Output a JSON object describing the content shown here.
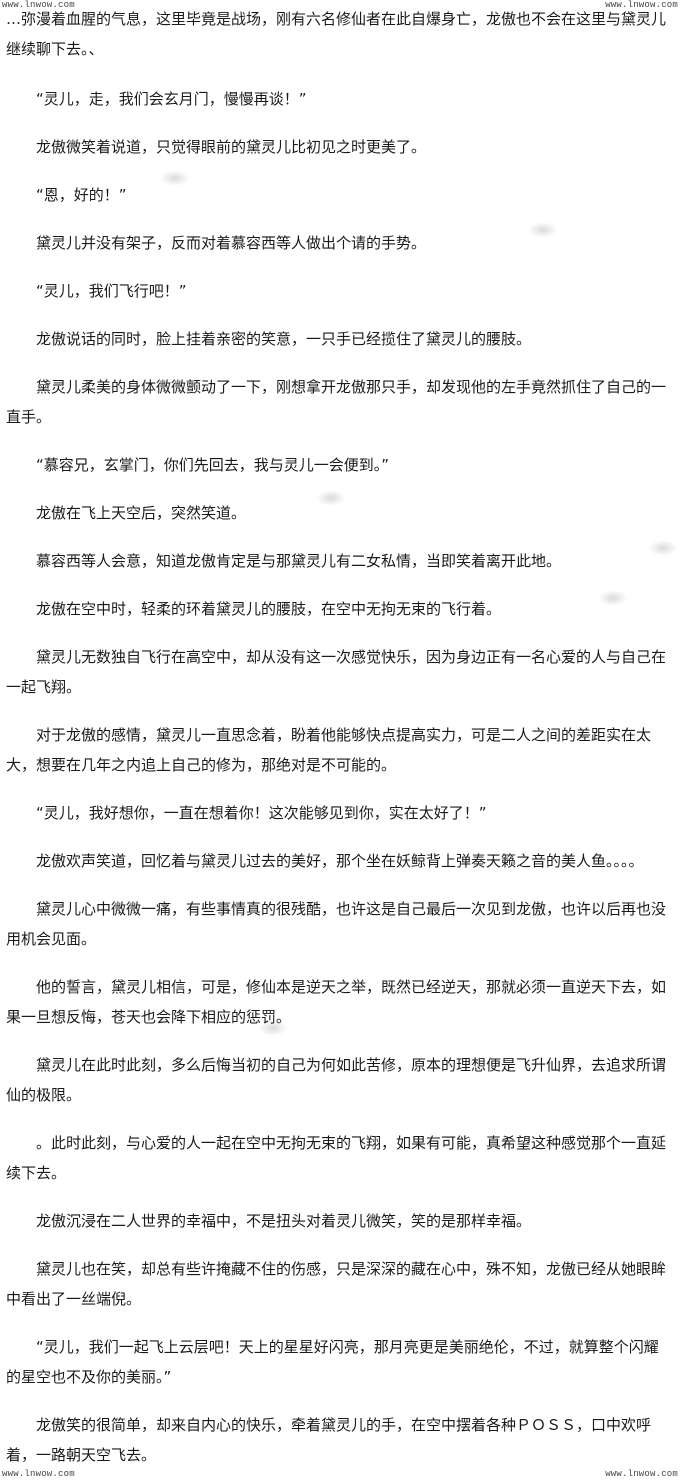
{
  "watermarks": {
    "top_left": "www.lnwow.com",
    "top_right": "www.lnwow.com",
    "bottom_left": "www.lnwow.com",
    "bottom_right": "www.lnwow.com"
  },
  "paragraphs": [
    "…弥漫着血腥的气息，这里毕竟是战场，刚有六名修仙者在此自爆身亡，龙傲也不会在这里与黛灵儿继续聊下去。、",
    "“灵儿，走，我们会玄月门，慢慢再谈！”",
    "龙傲微笑着说道，只觉得眼前的黛灵儿比初见之时更美了。",
    "“恩，好的！”",
    "黛灵儿并没有架子，反而对着慕容西等人做出个请的手势。",
    "“灵儿，我们飞行吧！”",
    "龙傲说话的同时，脸上挂着亲密的笑意，一只手已经揽住了黛灵儿的腰肢。",
    "黛灵儿柔美的身体微微颤动了一下，刚想拿开龙傲那只手，却发现他的左手竟然抓住了自己的一直手。",
    "“慕容兄，玄掌门，你们先回去，我与灵儿一会便到。”",
    "龙傲在飞上天空后，突然笑道。",
    "慕容西等人会意，知道龙傲肯定是与那黛灵儿有二女私情，当即笑着离开此地。",
    "龙傲在空中时，轻柔的环着黛灵儿的腰肢，在空中无拘无束的飞行着。",
    "黛灵儿无数独自飞行在高空中，却从没有这一次感觉快乐，因为身边正有一名心爱的人与自己在一起飞翔。",
    "对于龙傲的感情，黛灵儿一直思念着，盼着他能够快点提高实力，可是二人之间的差距实在太大，想要在几年之内追上自己的修为，那绝对是不可能的。",
    "“灵儿，我好想你，一直在想着你！这次能够见到你，实在太好了！”",
    "龙傲欢声笑道，回忆着与黛灵儿过去的美好，那个坐在妖鲸背上弹奏天籁之音的美人鱼。。。。",
    "黛灵儿心中微微一痛，有些事情真的很残酷，也许这是自己最后一次见到龙傲，也许以后再也没用机会见面。",
    "他的誓言，黛灵儿相信，可是，修仙本是逆天之举，既然已经逆天，那就必须一直逆天下去，如果一旦想反悔，苍天也会降下相应的惩罚。",
    "黛灵儿在此时此刻，多么后悔当初的自己为何如此苦修，原本的理想便是飞升仙界，去追求所谓仙的极限。",
    "。此时此刻，与心爱的人一起在空中无拘无束的飞翔，如果有可能，真希望这种感觉那个一直延续下去。",
    "龙傲沉浸在二人世界的幸福中，不是扭头对着灵儿微笑，笑的是那样幸福。",
    "黛灵儿也在笑，却总有些许掩藏不住的伤感，只是深深的藏在心中，殊不知，龙傲已经从她眼眸中看出了一丝端倪。",
    "“灵儿，我们一起飞上云层吧！天上的星星好闪亮，那月亮更是美丽绝伦，不过，就算整个闪耀的星空也不及你的美丽。”",
    "龙傲笑的很简单，却来自内心的快乐，牵着黛灵儿的手，在空中摆着各种ＰＯＳＳ，口中欢呼着，一路朝天空飞去。"
  ]
}
